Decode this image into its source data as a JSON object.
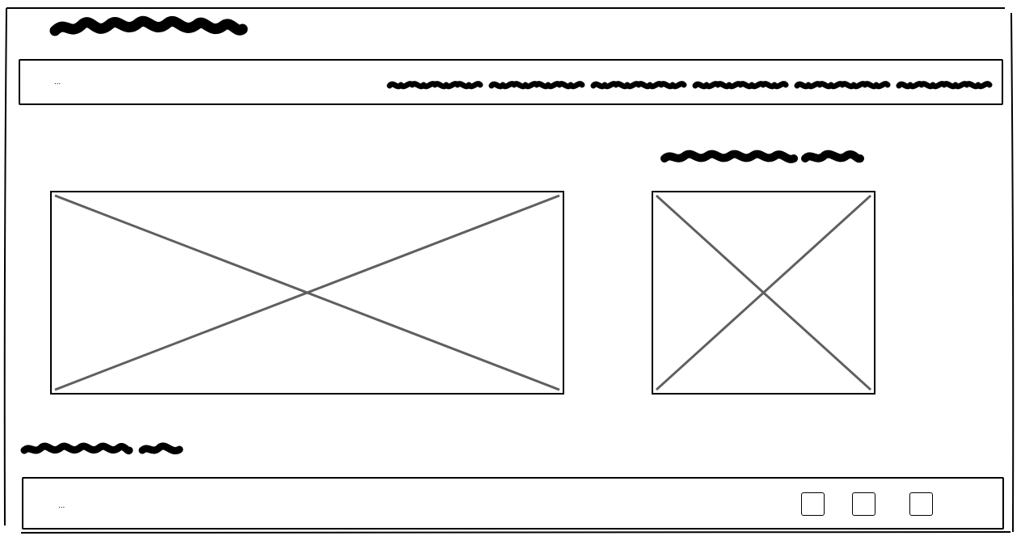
{
  "header": {
    "title_scribble": "site-title-placeholder"
  },
  "nav": {
    "left_text": "...",
    "link_count": 6
  },
  "main": {
    "hero_image": "image-placeholder",
    "side_heading_scribble": "side-heading-placeholder",
    "side_image": "image-placeholder"
  },
  "section": {
    "heading_scribble": "section-heading-placeholder"
  },
  "footer": {
    "left_text": "...",
    "icons": [
      "icon-placeholder",
      "icon-placeholder",
      "icon-placeholder"
    ]
  },
  "colors": {
    "ink": "#000000",
    "placeholder_cross": "#5f5f5f",
    "background": "#ffffff"
  }
}
